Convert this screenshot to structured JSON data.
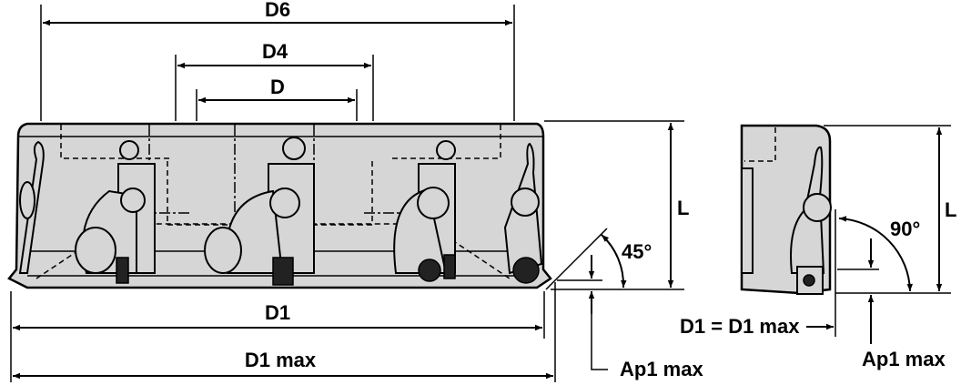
{
  "colors": {
    "body_fill": "#d6d6d6",
    "line": "#000000"
  },
  "front_view": {
    "dimensions": {
      "d6": "D6",
      "d4": "D4",
      "d": "D",
      "l": "L",
      "angle": "45°",
      "d1": "D1",
      "d1_max": "D1 max",
      "ap1_max": "Ap1 max"
    }
  },
  "side_view": {
    "dimensions": {
      "l": "L",
      "angle": "90°",
      "d1_eq": "D1 = D1 max",
      "ap1_max": "Ap1 max"
    }
  }
}
